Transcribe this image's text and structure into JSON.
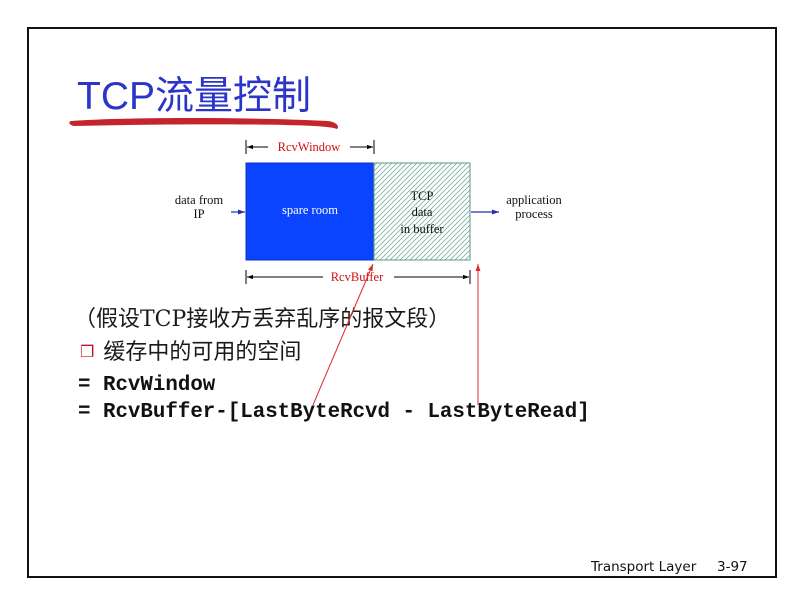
{
  "slide": {
    "title": "TCP流量控制",
    "note": "（假设TCP接收方丢弃乱序的报文段）",
    "bullet_marker": "❒",
    "bullet_text": "缓存中的可用的空间",
    "formula": [
      "= RcvWindow",
      "= RcvBuffer-[LastByteRcvd - LastByteRead]"
    ],
    "footer": {
      "section": "Transport Layer",
      "page": "3-97"
    }
  },
  "diagram": {
    "rcv_window_label": "RcvWindow",
    "rcv_buffer_label": "RcvBuffer",
    "spare_room_label": "spare room",
    "buffer_lines": [
      "TCP",
      "data",
      "in buffer"
    ],
    "source_lines": [
      "data from",
      "IP"
    ],
    "sink_lines": [
      "application",
      "process"
    ]
  },
  "colors": {
    "title": "#2b35c8",
    "underline": "#c4242c",
    "label_red": "#d01010",
    "pointer_red": "#e02828",
    "spare_room_fill": "#0a44ff",
    "hatch": "#6aa58e",
    "flow_arrow": "#2030b0",
    "bullet": "#c8102e"
  }
}
